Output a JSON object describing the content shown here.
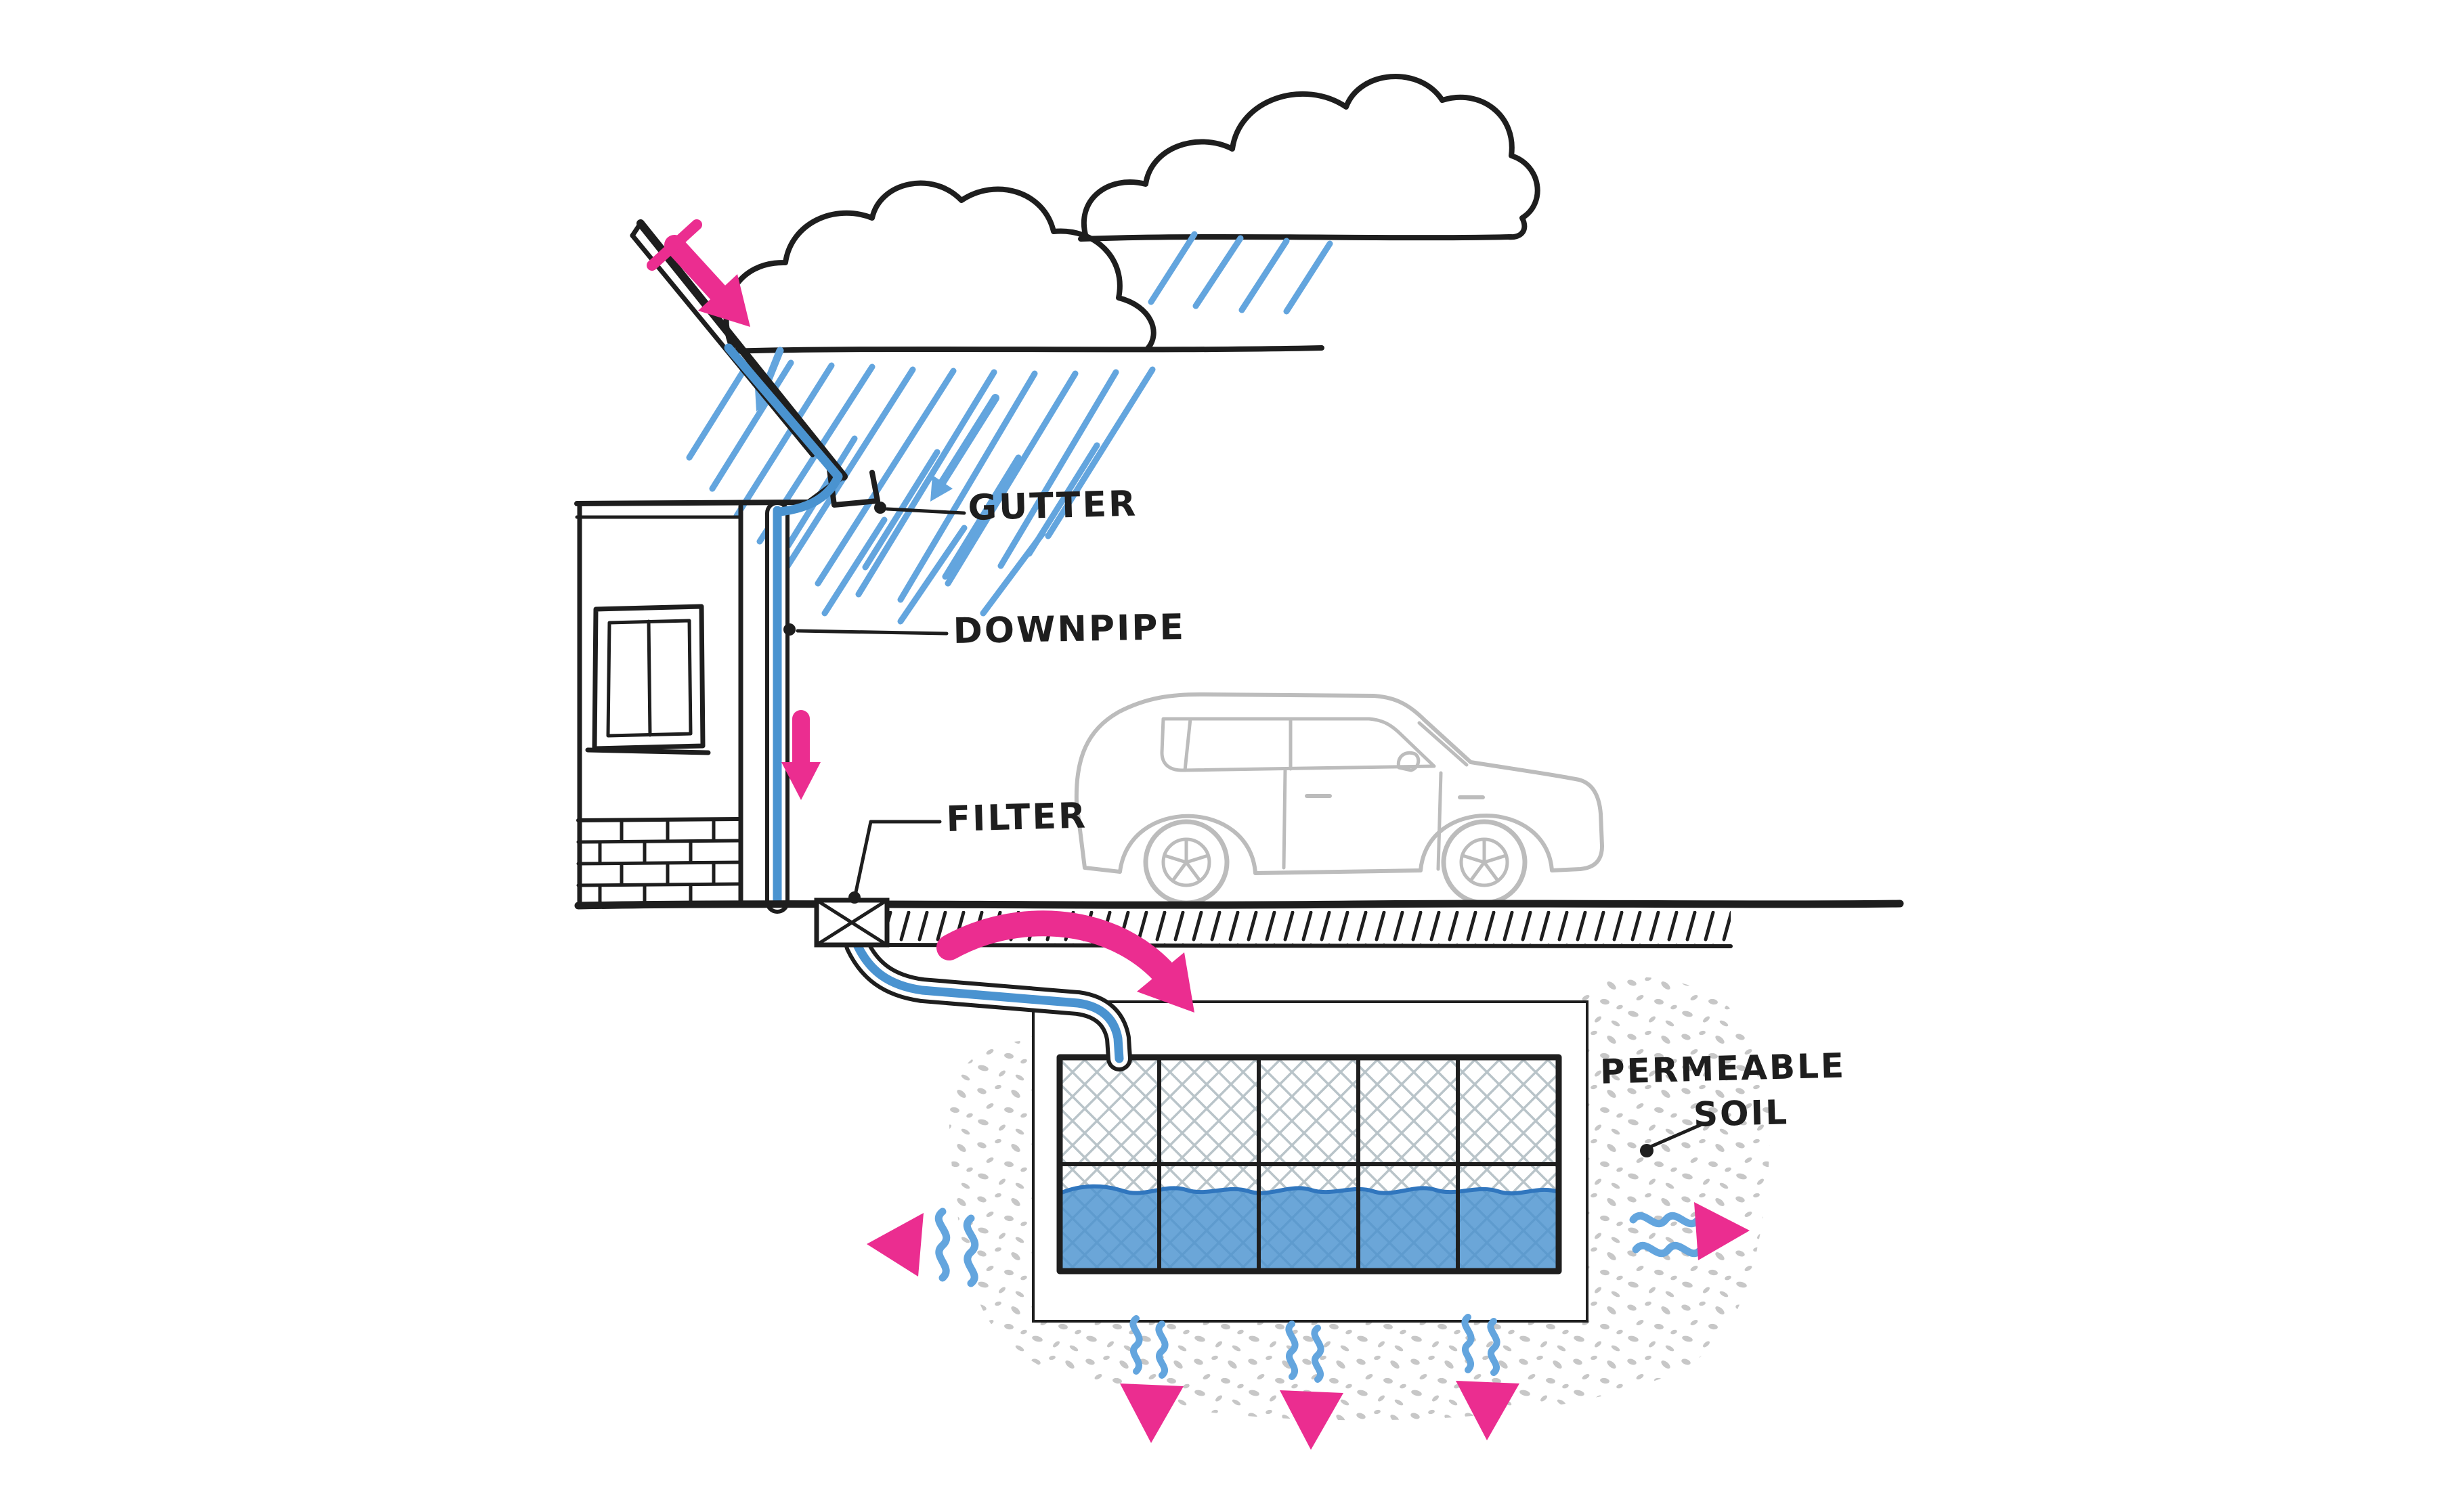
{
  "labels": {
    "gutter": "GUTTER",
    "downpipe": "DOWNPIPE",
    "filter": "FILTER",
    "permeable": "PERMEABLE",
    "soil": "SOIL"
  },
  "colors": {
    "ink": "#1e1e1e",
    "pink": "#eb2d90",
    "rain": "#63a5de",
    "water": "#4a93d0",
    "water_edge": "#3076be",
    "hatch": "#b9c4c9",
    "car": "#bcbcbc",
    "gravel": "#c7c7c7"
  }
}
